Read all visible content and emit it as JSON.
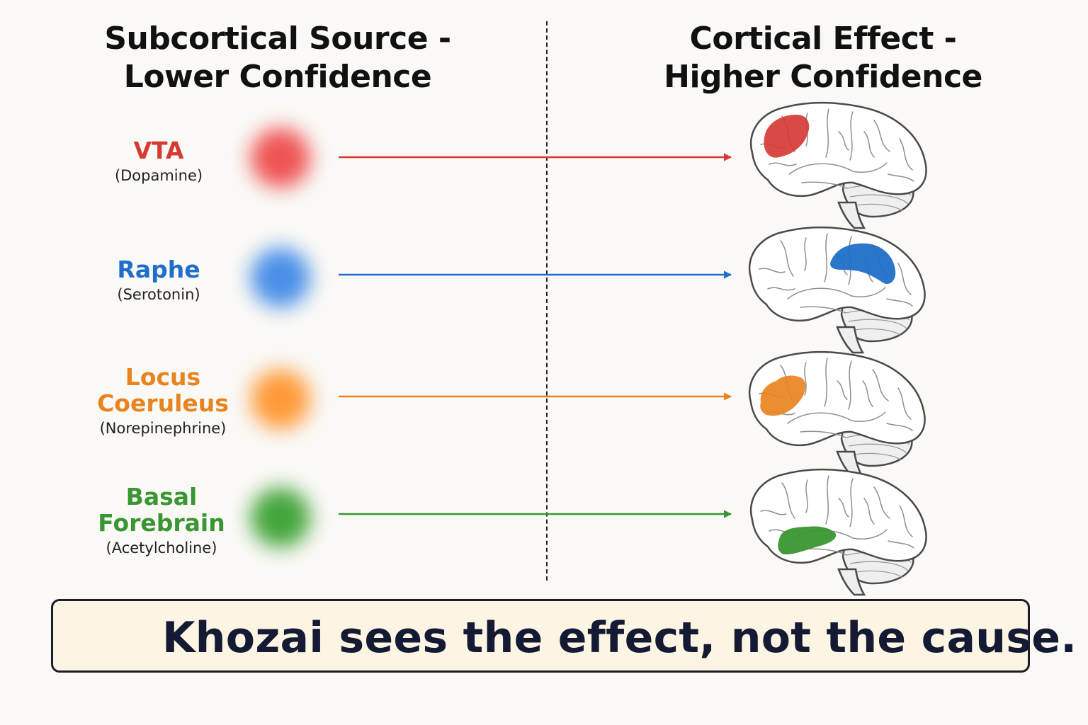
{
  "headers": {
    "left": [
      "Subcortical Source -",
      "Lower Confidence"
    ],
    "right": [
      "Cortical Effect -",
      "Higher Confidence"
    ]
  },
  "pathways": [
    {
      "name_lines": [
        "VTA"
      ],
      "chemical": "(Dopamine)",
      "color": "#d63a35",
      "glow_color": "#ef5454",
      "region": "frontal"
    },
    {
      "name_lines": [
        "Raphe"
      ],
      "chemical": "(Serotonin)",
      "color": "#1f6fc8",
      "glow_color": "#4a90e8",
      "region": "parietal"
    },
    {
      "name_lines": [
        "Locus",
        "Coeruleus"
      ],
      "chemical": "(Norepinephrine)",
      "color": "#e8841f",
      "glow_color": "#ff9a3a",
      "region": "lateral-frontal"
    },
    {
      "name_lines": [
        "Basal",
        "Forebrain"
      ],
      "chemical": "(Acetylcholine)",
      "color": "#3a9632",
      "glow_color": "#44a63c",
      "region": "temporal"
    }
  ],
  "callout": {
    "text": "Khozai sees the effect, not the cause."
  }
}
